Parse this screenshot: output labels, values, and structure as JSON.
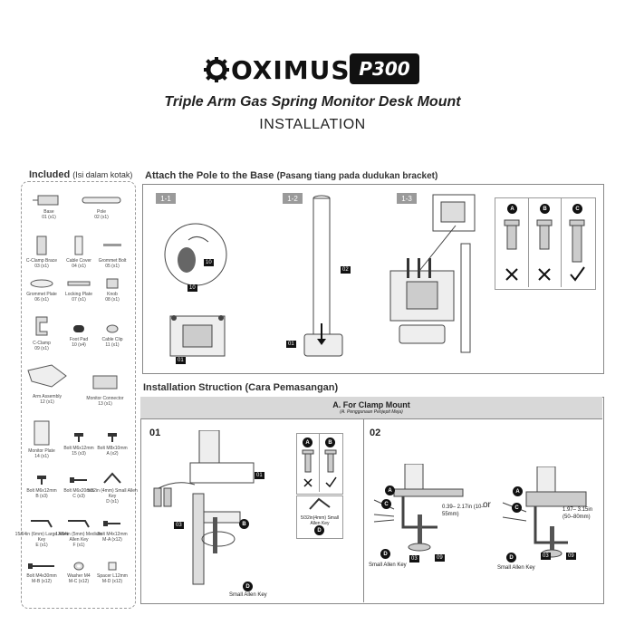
{
  "header": {
    "brand": "OXIMUS",
    "model": "P300",
    "title": "Triple Arm Gas Spring Monitor Desk Mount",
    "subtitle": "INSTALLATION"
  },
  "included": {
    "title": "Included",
    "title_sub": "(Isi dalam kotak)",
    "items": [
      {
        "name": "Base",
        "qty": "01 (x1)"
      },
      {
        "name": "Pole",
        "qty": "02 (x1)"
      },
      {
        "name": "C-Clamp Brace",
        "qty": "03 (x1)"
      },
      {
        "name": "Cable Cover",
        "qty": "04 (x1)"
      },
      {
        "name": "Grommet Bolt",
        "qty": "05 (x1)"
      },
      {
        "name": "Grommet Plate",
        "qty": "06 (x1)"
      },
      {
        "name": "Locking Plate",
        "qty": "07 (x1)"
      },
      {
        "name": "Knob",
        "qty": "08 (x1)"
      },
      {
        "name": "C-Clamp",
        "qty": "09 (x1)"
      },
      {
        "name": "Foot Pad",
        "qty": "10 (x4)"
      },
      {
        "name": "Cable Clip",
        "qty": "11 (x1)"
      },
      {
        "name": "Arm Assembly",
        "qty": "12 (x1)"
      },
      {
        "name": "Monitor Connector",
        "qty": "13 (x1)"
      },
      {
        "name": "Monitor Plate",
        "qty": "14 (x1)"
      },
      {
        "name": "Bolt M6x12mm",
        "qty": "15 (x3)"
      },
      {
        "name": "Bolt M8x10mm",
        "qty": "A (x2)"
      },
      {
        "name": "Bolt M6x12mm",
        "qty": "B (x3)"
      },
      {
        "name": "Bolt M6x20mm",
        "qty": "C (x3)"
      },
      {
        "name": "5/32in (4mm) Small Allen Key",
        "qty": "D (x1)"
      },
      {
        "name": "15/64in (6mm) Large Allen Key",
        "qty": "E (x1)"
      },
      {
        "name": "13/64in (5mm) Medium Allen Key",
        "qty": "F (x1)"
      },
      {
        "name": "Bolt M4x12mm",
        "qty": "M-A (x12)"
      },
      {
        "name": "Bolt M4x30mm",
        "qty": "M-B (x12)"
      },
      {
        "name": "Washer M4",
        "qty": "M-C (x12)"
      },
      {
        "name": "Spacer L12mm",
        "qty": "M-D (x12)"
      }
    ]
  },
  "attach": {
    "title": "Attach the Pole to the Base",
    "title_sub": "(Pasang tiang pada dudukan bracket)",
    "steps": [
      "1-1",
      "1-2",
      "1-3"
    ],
    "labels": [
      "10",
      "10",
      "01",
      "02",
      "01"
    ],
    "screws": [
      "A",
      "B",
      "C"
    ]
  },
  "install": {
    "title": "Installation Struction",
    "title_sub": "(Cara Pemasangan)",
    "section_title": "A. For Clamp Mount",
    "section_sub": "(A. Penggunaan Penjepit Meja)",
    "step1": "01",
    "step2": "02",
    "allen_key": "5/32in(4mm) Small Allen Key",
    "small_allen": "Small Allen Key",
    "range1": "0.39– 2.17in (10–55mm)",
    "range2": "1.97– 3.15in (50–80mm)",
    "or": "or",
    "labels": [
      "01",
      "03",
      "03",
      "09",
      "03",
      "09"
    ],
    "circle_letters": [
      "A",
      "B",
      "C",
      "D"
    ]
  },
  "colors": {
    "accent": "#111111",
    "tag": "#9a9a9a",
    "panel": "#d8d8d8"
  }
}
